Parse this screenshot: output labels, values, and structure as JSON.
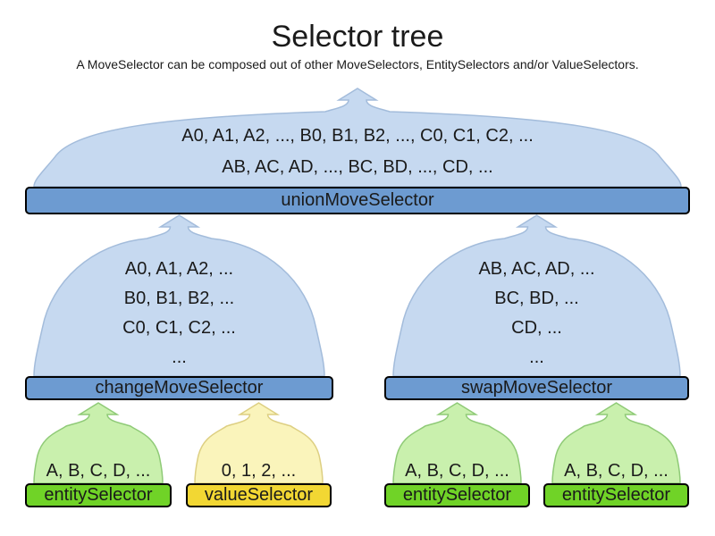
{
  "title": "Selector tree",
  "subtitle": "A MoveSelector can be composed out of other MoveSelectors, EntitySelectors and/or ValueSelectors.",
  "colors": {
    "blue_dome_fill": "#c6d9f0",
    "blue_dome_stroke": "#a3bcdb",
    "blue_bar_fill": "#6d9bd1",
    "green_dome_fill": "#c9f0ad",
    "green_dome_stroke": "#8fca77",
    "green_bar_fill": "#70d327",
    "yellow_dome_fill": "#faf4bb",
    "yellow_dome_stroke": "#ddcf82",
    "yellow_bar_fill": "#f2d733",
    "bar_border": "#000000",
    "text": "#1a1a1a"
  },
  "nodes": {
    "union": {
      "label": "unionMoveSelector",
      "lines": [
        "A0, A1, A2, ..., B0, B1, B2, ..., C0, C1, C2, ...",
        "AB, AC, AD, ..., BC, BD, ..., CD, ..."
      ]
    },
    "change": {
      "label": "changeMoveSelector",
      "lines": [
        "A0, A1, A2, ...",
        "B0, B1, B2, ...",
        "C0, C1, C2, ...",
        "..."
      ]
    },
    "swap": {
      "label": "swapMoveSelector",
      "lines": [
        "AB, AC, AD, ...",
        "BC, BD, ...",
        "CD, ...",
        "..."
      ]
    },
    "entity1": {
      "label": "entitySelector",
      "lines": [
        "A, B, C, D, ..."
      ]
    },
    "value1": {
      "label": "valueSelector",
      "lines": [
        "0, 1, 2, ..."
      ]
    },
    "entity2": {
      "label": "entitySelector",
      "lines": [
        "A, B, C, D, ..."
      ]
    },
    "entity3": {
      "label": "entitySelector",
      "lines": [
        "A, B, C, D, ..."
      ]
    }
  }
}
